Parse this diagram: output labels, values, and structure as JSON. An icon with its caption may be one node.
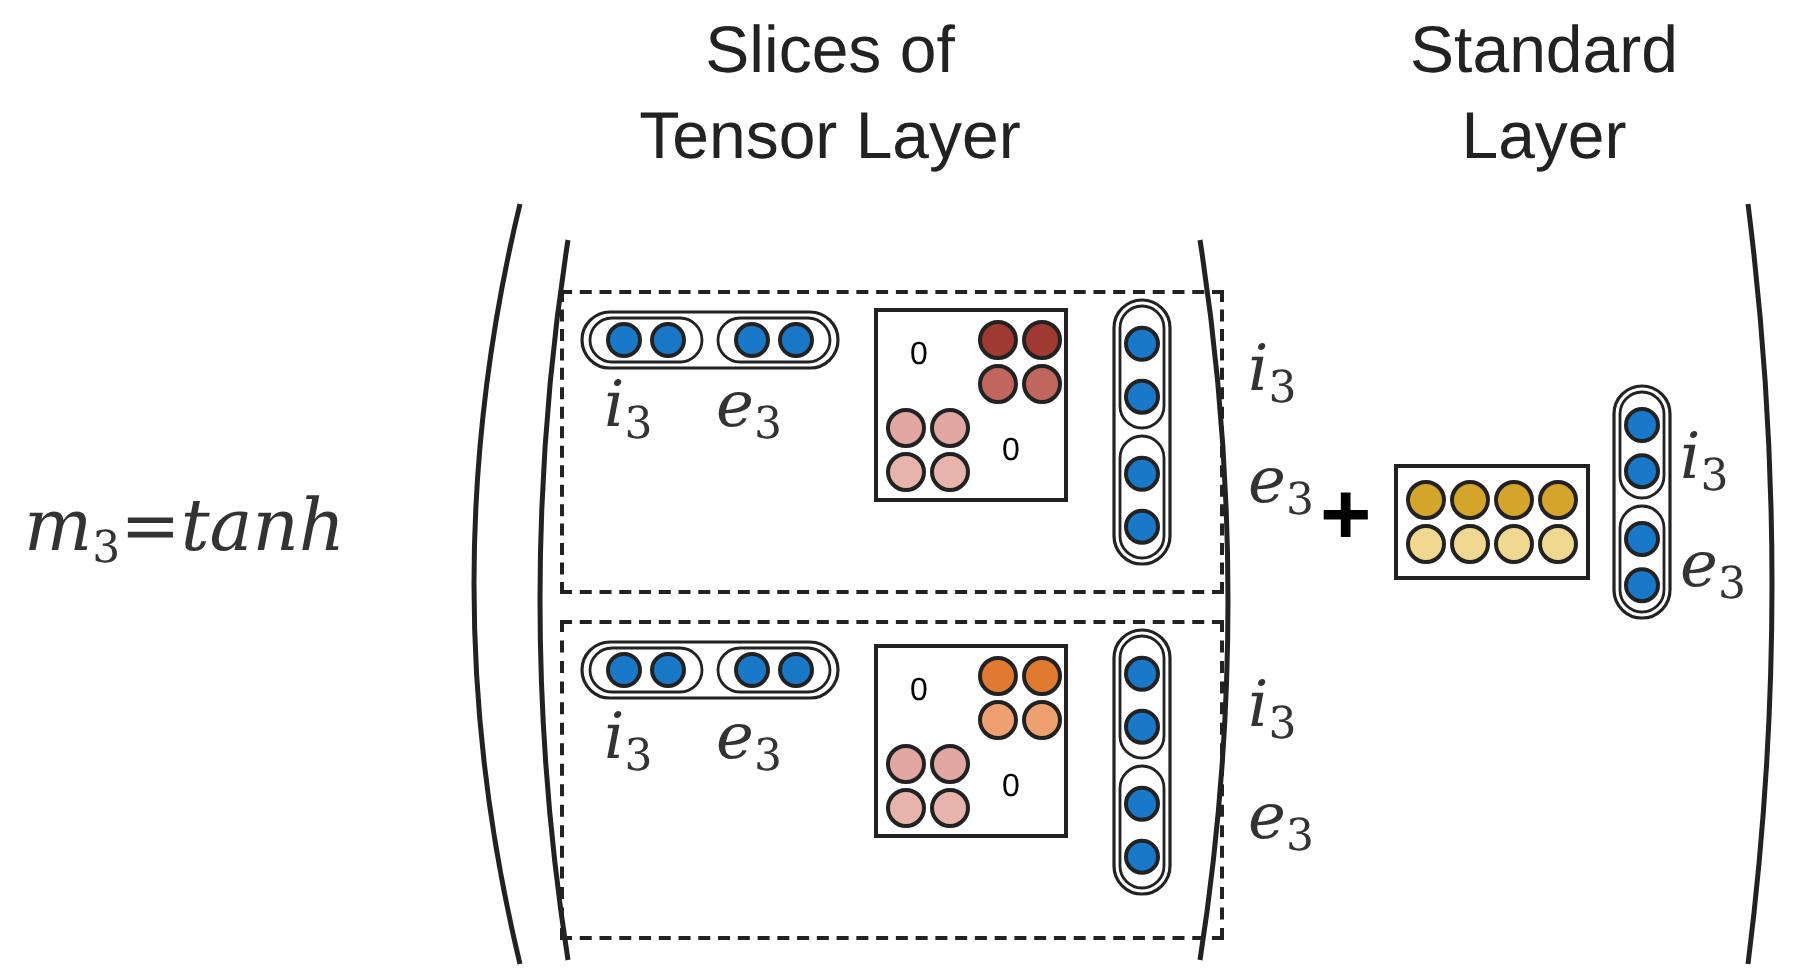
{
  "diagram": {
    "nodes": [
      {
        "text": [],
        "shape": "box"
      },
      {
        "text": [
          "0",
          "0"
        ],
        "in": 0
      },
      {
        "text": [],
        "shape": "box"
      },
      {
        "text": [
          "0",
          "0"
        ],
        "in": 2
      },
      {
        "text": [],
        "shape": "box"
      }
    ],
    "labels": [
      "Slices of Tensor Layer",
      "Standard Layer",
      "*m*$_{3}$=*tanh*",
      "i$_{3}$",
      "e$_{3}$",
      "i$_{3}$",
      "e$_{3}$",
      "+",
      "i$_{3}$",
      "e$_{3}$",
      "i$_{3}$",
      "e$_{3}$",
      "i$_{3}$",
      "e$_{3}$"
    ]
  }
}
